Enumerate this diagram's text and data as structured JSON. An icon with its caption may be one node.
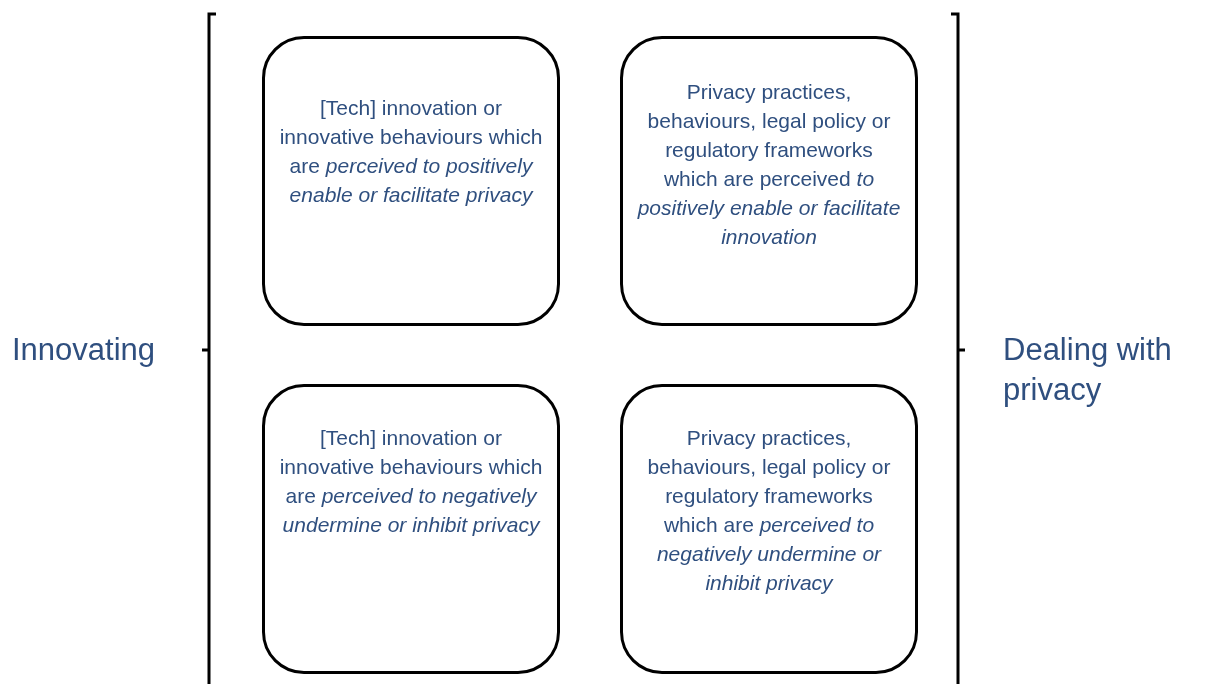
{
  "diagram": {
    "nodes": [
      {
        "text": [
          "[Tech] innovation or innovative behaviours which are *perceived to positively enable or facilitate privacy*"
        ]
      },
      {
        "text": [
          "Privacy practices, behaviours, legal policy or regulatory frameworks which are perceived *to positively enable or facilitate innovation*"
        ]
      },
      {
        "text": [
          "[Tech] innovation or innovative behaviours which are *perceived to negatively undermine or inhibit privacy*"
        ]
      },
      {
        "text": [
          "Privacy practices, behaviours, legal policy or regulatory frameworks which are *perceived to negatively undermine or inhibit privacy*"
        ]
      }
    ],
    "labels": [
      "Innovating",
      "Dealing with privacy"
    ]
  }
}
